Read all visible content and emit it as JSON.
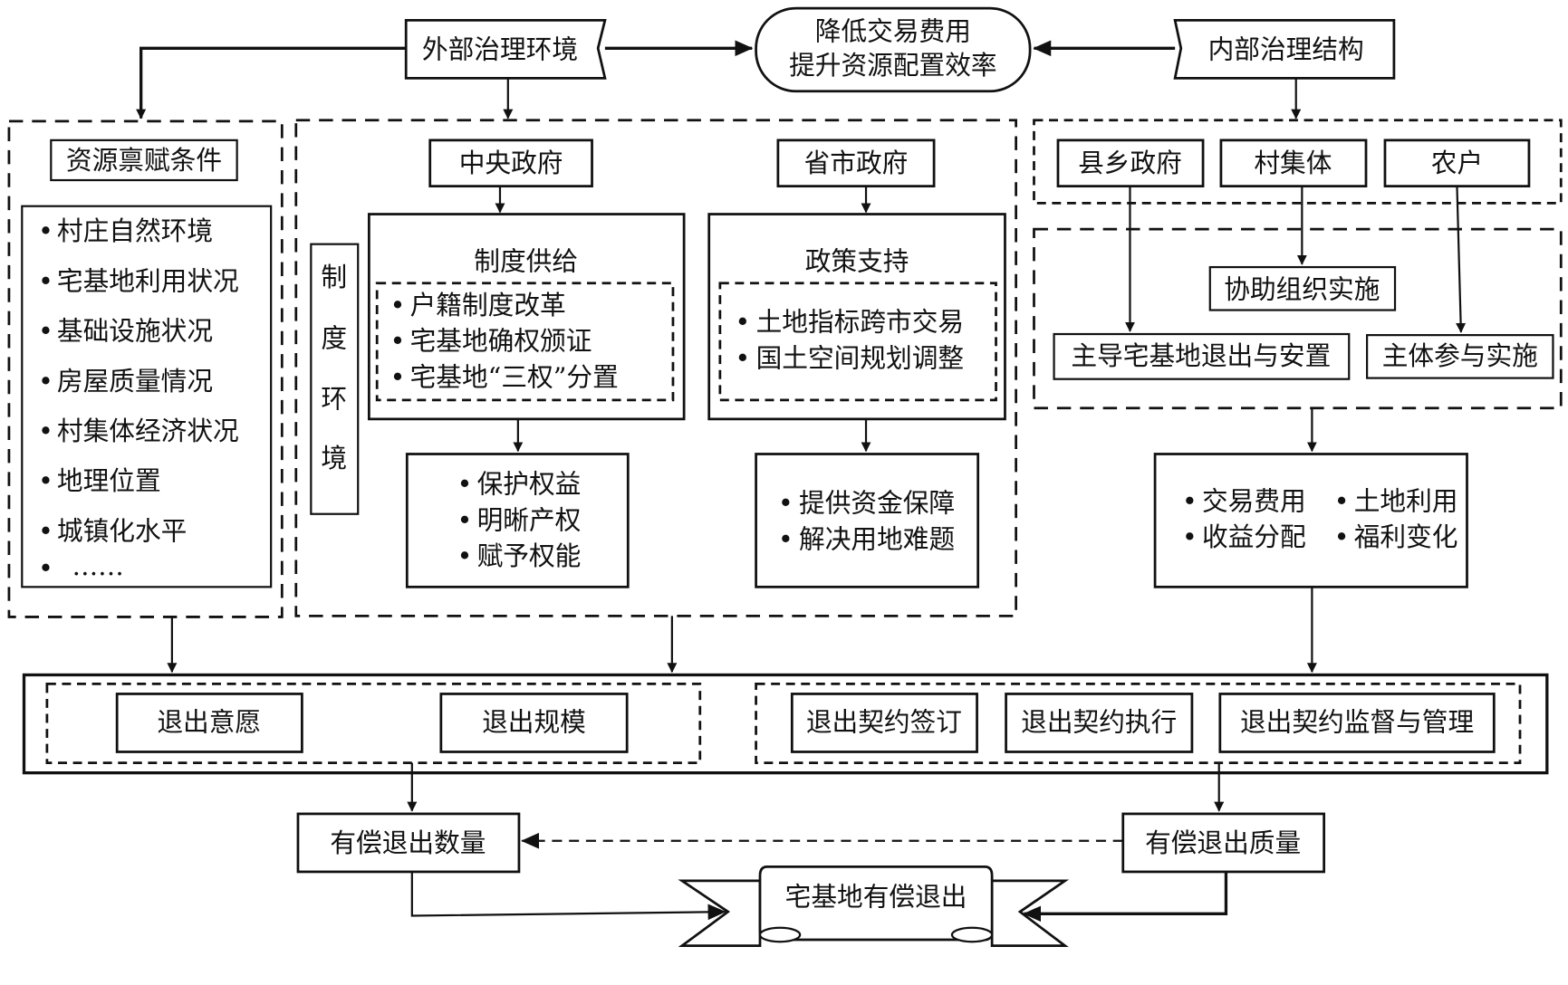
{
  "top": {
    "external": "外部治理环境",
    "goal_line1": "降低交易费用",
    "goal_line2": "提升资源配置效率",
    "internal": "内部治理结构"
  },
  "resource": {
    "title": "资源禀赋条件",
    "items": [
      "村庄自然环境",
      "宅基地利用状况",
      "基础设施状况",
      "房屋质量情况",
      "村集体经济状况",
      "地理位置",
      "城镇化水平",
      "……"
    ]
  },
  "institution": {
    "side_label": [
      "制",
      "度",
      "环",
      "境"
    ],
    "central": "中央政府",
    "provincial": "省市政府",
    "supply_title": "制度供给",
    "supply_items": [
      "户籍制度改革",
      "宅基地确权颁证",
      "宅基地“三权”分置"
    ],
    "policy_title": "政策支持",
    "policy_items": [
      "土地指标跨市交易",
      "国土空间规划调整"
    ],
    "supply_effects": [
      "保护权益",
      "明晰产权",
      "赋予权能"
    ],
    "policy_effects": [
      "提供资金保障",
      "解决用地难题"
    ]
  },
  "internal": {
    "actors": [
      "县乡政府",
      "村集体",
      "农户"
    ],
    "assist": "协助组织实施",
    "lead": "主导宅基地退出与安置",
    "participate": "主体参与实施",
    "outcomes": [
      "交易费用",
      "土地利用",
      "收益分配",
      "福利变化"
    ]
  },
  "process": {
    "left": [
      "退出意愿",
      "退出规模"
    ],
    "right": [
      "退出契约签订",
      "退出契约执行",
      "退出契约监督与管理"
    ]
  },
  "result": {
    "quantity": "有偿退出数量",
    "quality": "有偿退出质量",
    "final": "宅基地有偿退出"
  },
  "bullet": "•"
}
